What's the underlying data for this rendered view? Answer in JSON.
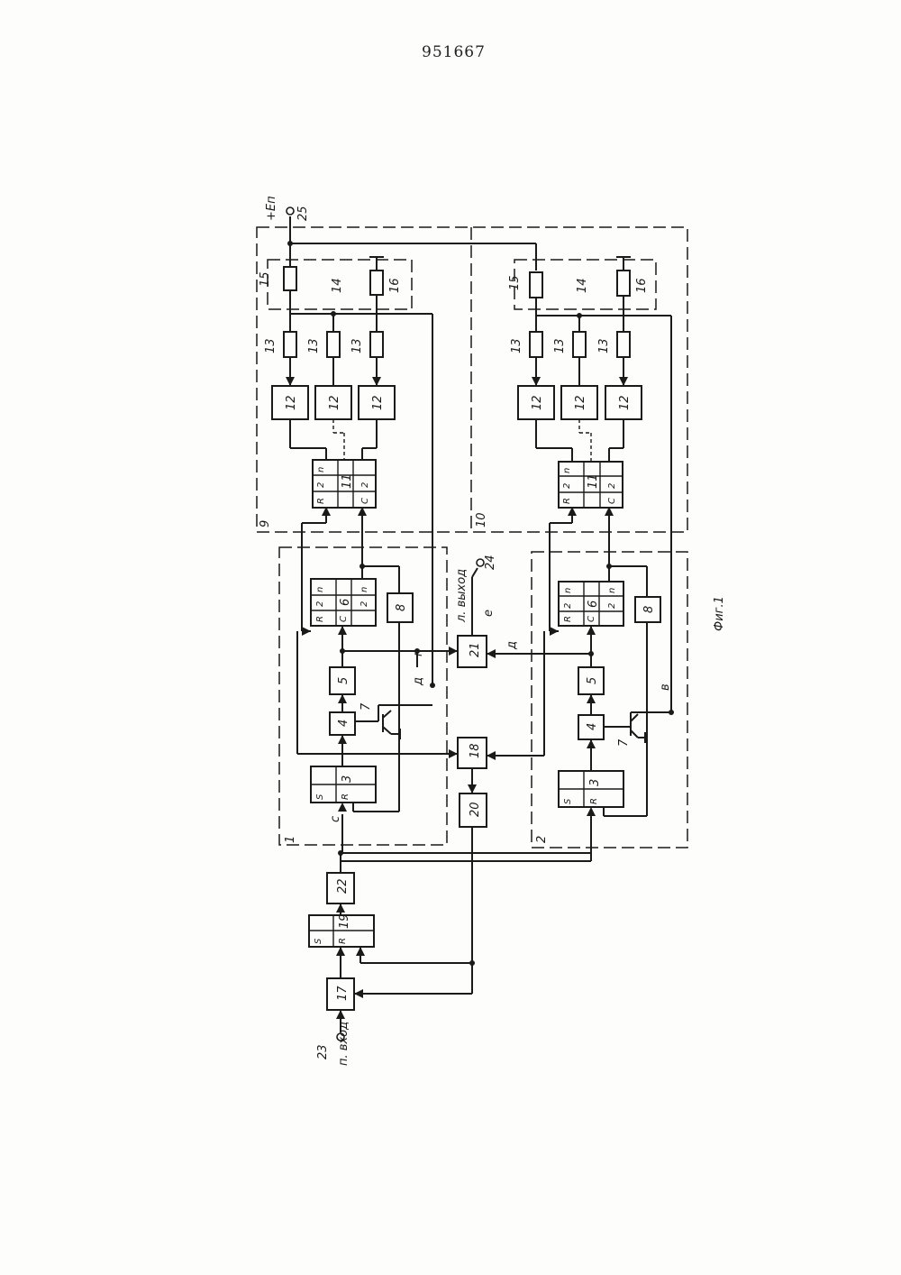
{
  "document": {
    "page_number": "951667",
    "figure_caption": "Фиг.1"
  },
  "terminals": {
    "supply": "+Eп",
    "supply_num": "25",
    "input_label": "п. вход",
    "input_num": "23",
    "output_label": "л. выход",
    "output_num": "24"
  },
  "signals": {
    "c": "с",
    "d": "д",
    "g": "г",
    "v": "в",
    "e": "е"
  },
  "groups": {
    "g1": "1",
    "g2": "2",
    "g9": "9",
    "g10": "10",
    "g14": "14"
  },
  "blocks": {
    "b3": "3",
    "b4": "4",
    "b5": "5",
    "b6": "6",
    "b7": "7",
    "b8": "8",
    "b11": "11",
    "b12": "12",
    "b13": "13",
    "b15": "15",
    "b16": "16",
    "b17": "17",
    "b18": "18",
    "b19": "19",
    "b20": "20",
    "b21": "21",
    "b22": "22"
  },
  "pins": {
    "S": "S",
    "R": "R",
    "C": "C",
    "Q": "2",
    "Qp": "2",
    "n": "n"
  }
}
